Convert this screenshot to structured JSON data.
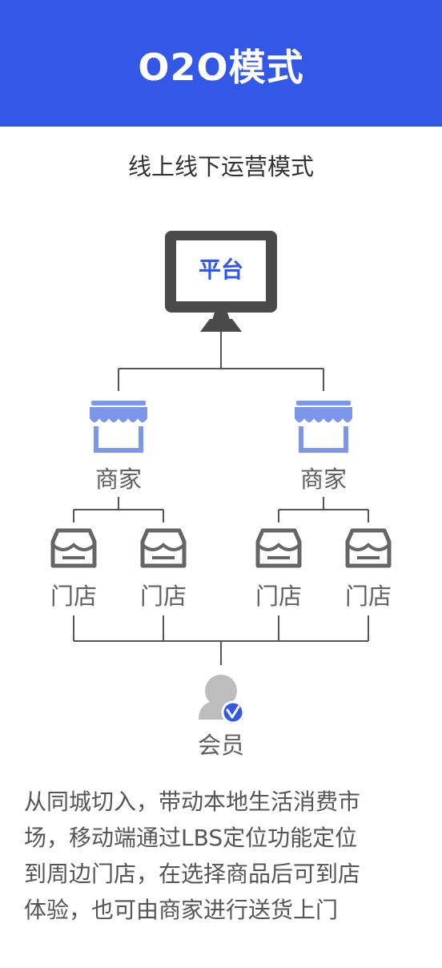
{
  "header": {
    "title": "O2O模式"
  },
  "subtitle": "线上线下运营模式",
  "diagram": {
    "platform_label": "平台",
    "merchant_label": "商家",
    "store_label": "门店",
    "member_label": "会员"
  },
  "icons": {
    "platform": "monitor-icon",
    "merchant": "storefront-awning-icon",
    "store": "store-icon",
    "member": "verified-user-icon"
  },
  "colors": {
    "header_bg": "#3358e8",
    "merchant_icon": "#7b96ea",
    "monitor": "#4a4a4a",
    "store_icon": "#666666",
    "line": "#555555"
  },
  "description": "从同城切入，带动本地生活消费市\n场，移动端通过LBS定位功能定位\n到周边门店，在选择商品后可到店\n体验，也可由商家进行送货上门"
}
